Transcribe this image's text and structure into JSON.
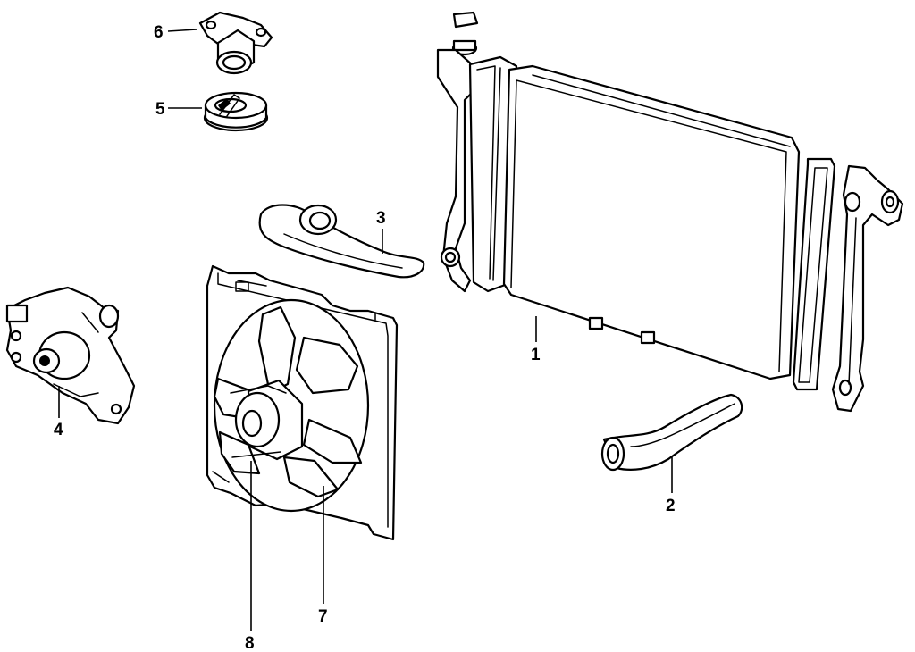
{
  "callouts": {
    "radiator": "1",
    "lower_hose": "2",
    "upper_hose": "3",
    "water_pump": "4",
    "thermostat": "5",
    "thermostat_housing": "6",
    "fan_motor": "7",
    "fan_shroud": "8"
  },
  "colors": {
    "line": "#000000",
    "background": "#ffffff"
  }
}
